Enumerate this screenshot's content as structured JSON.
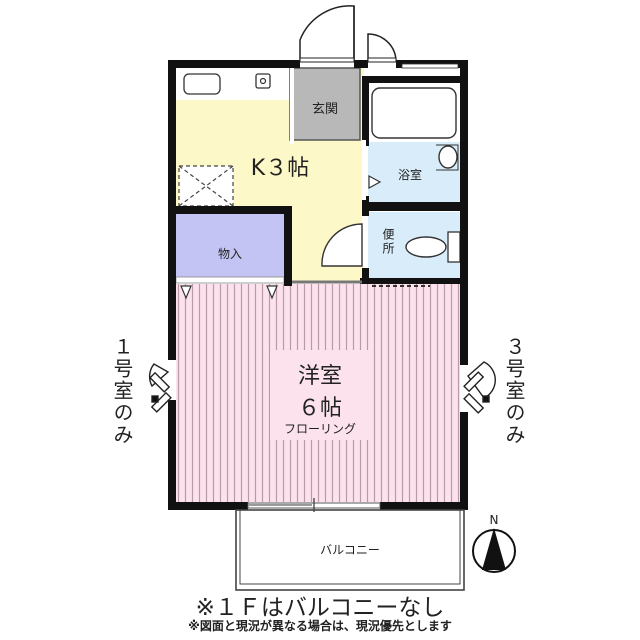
{
  "floorplan": {
    "rooms": {
      "entrance": {
        "label": "玄関",
        "color": "#b8b8b8"
      },
      "kitchen": {
        "label": "K３帖",
        "color": "#fdf8c8"
      },
      "bathroom": {
        "label": "浴室",
        "color": "#d8ecfa"
      },
      "toilet": {
        "label": "便所",
        "color": "#d8ecfa"
      },
      "storage": {
        "label": "物入",
        "color": "#c4c4f4"
      },
      "western_room": {
        "label_line1": "洋室",
        "label_line2": "６帖",
        "flooring": "フローリング",
        "color": "#fbe2ec"
      },
      "balcony": {
        "label": "バルコニー",
        "color": "#ffffff"
      }
    },
    "side_notes": {
      "left": "１号室のみ",
      "right": "３号室のみ"
    },
    "compass": {
      "label": "N"
    },
    "footer": {
      "main_note": "※１Ｆはバルコニーなし",
      "disclaimer": "※図面と現況が異なる場合は、現況優先とします"
    },
    "colors": {
      "wall": "#111111",
      "floor_stripe": "#b89aa8"
    }
  }
}
